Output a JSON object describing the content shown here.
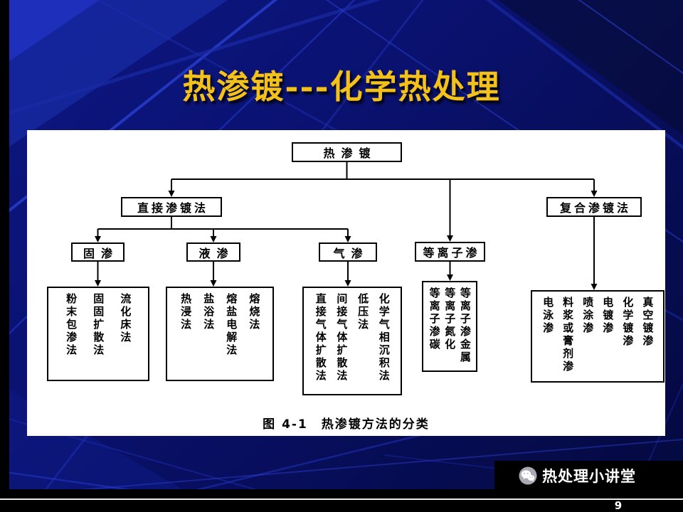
{
  "title": "热渗镀---化学热处理",
  "diagram": {
    "root": "热渗镀",
    "branches": {
      "direct": "直接渗镀法",
      "composite": "复合渗镀法",
      "solid": "固渗",
      "liquid": "液渗",
      "gas": "气渗",
      "plasma": "等离子渗"
    },
    "methods": {
      "solid": [
        "粉末包渗法",
        "固固扩散法",
        "流化床法"
      ],
      "liquid": [
        "热浸法",
        "盐浴法",
        "熔盐电解法",
        "熔烧法"
      ],
      "gas": [
        "直接气体扩散法",
        "间接气体扩散法",
        "低压法",
        "化学气相沉积法"
      ],
      "plasma": [
        "等离子渗碳",
        "等离子氮化",
        "等离子渗金属"
      ],
      "composite": [
        "电泳渗",
        "料浆或膏剂渗",
        "喷涂渗",
        "电镀渗",
        "化学镀渗",
        "真空镀渗"
      ]
    },
    "caption": "图 4-1　热渗镀方法的分类"
  },
  "footer": {
    "icon": "wechat-icon",
    "brand": "热处理小讲堂",
    "page": "9"
  },
  "colors": {
    "title": "#f3c11a",
    "background": "#0a1272",
    "panel": "#ffffff",
    "line": "#000000"
  }
}
